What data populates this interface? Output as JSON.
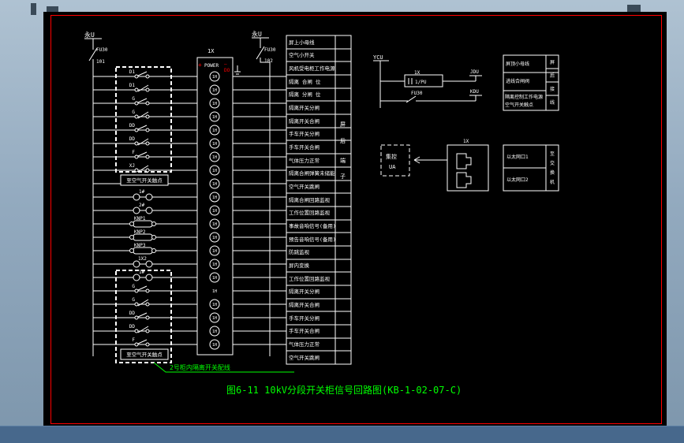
{
  "window": {
    "canvas_bg": "#000000",
    "frame_color": "#ff0000",
    "accent_green": "#00ff00",
    "accent_red": "#ff0000"
  },
  "title": {
    "text": "图6-11 10kV分段开关柜信号回路图(KB-1-02-07-C)"
  },
  "left_ladder": {
    "bus_label": "永U",
    "fuse_label": "FU30",
    "wire_label": "101",
    "box1_contacts": [
      "D1",
      "D1",
      "G",
      "G",
      "DD",
      "DD",
      "F",
      "XJ"
    ],
    "box1_caption": "至空气开关触点",
    "plug1_label": "1#",
    "plug2_label": "2#",
    "coils": [
      "KNP1",
      "KNP2",
      "KNP3"
    ],
    "terminal_label": "1X2",
    "box2_plug_label": "1#",
    "box2_contacts": [
      "G",
      "G",
      "DD",
      "DD",
      "F"
    ],
    "box2_caption": "至空气开关触点",
    "green_note": "2号柜内隔离开关配线"
  },
  "lamp_panel": {
    "header_label": "1X",
    "plus": "+",
    "power_label": "POWER",
    "minus": "—",
    "dc_label": "DO",
    "lamp_label": "1H",
    "bus_label": "永U",
    "fuse_label": "FU30",
    "wire_label": "102"
  },
  "signal_strip": {
    "rows": [
      "屏上小母线",
      "空气小开关",
      "风机受电柜工作电源",
      "隔离 合闸 位",
      "隔离 分闸 位",
      "隔离开关分闸",
      "隔离开关合闸",
      "手车开关分闸",
      "手车开关合闸",
      "气体压力正常",
      "隔离合闸弹簧未储能",
      "空气开关跳闸",
      "隔离合闸回路监视",
      "工作位置回路监视",
      "事故音响信号(备用)",
      "预告音响信号(备用)",
      "防跳监视",
      "屏内变换",
      "工作位置回路监视",
      "隔离开关分闸",
      "隔离开关合闸",
      "手车开关分闸",
      "手车开关合闸",
      "气体压力正常",
      "空气开关跳闸"
    ],
    "side_label": [
      "屏",
      "后",
      "端",
      "子"
    ]
  },
  "right_top_circuit": {
    "bus_label": "YCU",
    "device_label": "1X",
    "device_text": "1/PU",
    "jdu_label": "JDU",
    "fuse_label": "FU30",
    "kdu_label": "KDU"
  },
  "right_top_table": {
    "row1": "屏顶小母线",
    "row2": "进线合闸阀",
    "row3a": "隔离控制工作电源",
    "row3b": "空气开关触点",
    "side_label": [
      "屏",
      "后",
      "接",
      "线"
    ]
  },
  "comm_block": {
    "remote_line1": "集控",
    "remote_line2": "UA",
    "connector_label": "1X"
  },
  "eth_table": {
    "row1": "以太网口1",
    "row2": "以太网口2",
    "side_label": [
      "至",
      "交",
      "换",
      "机"
    ]
  }
}
